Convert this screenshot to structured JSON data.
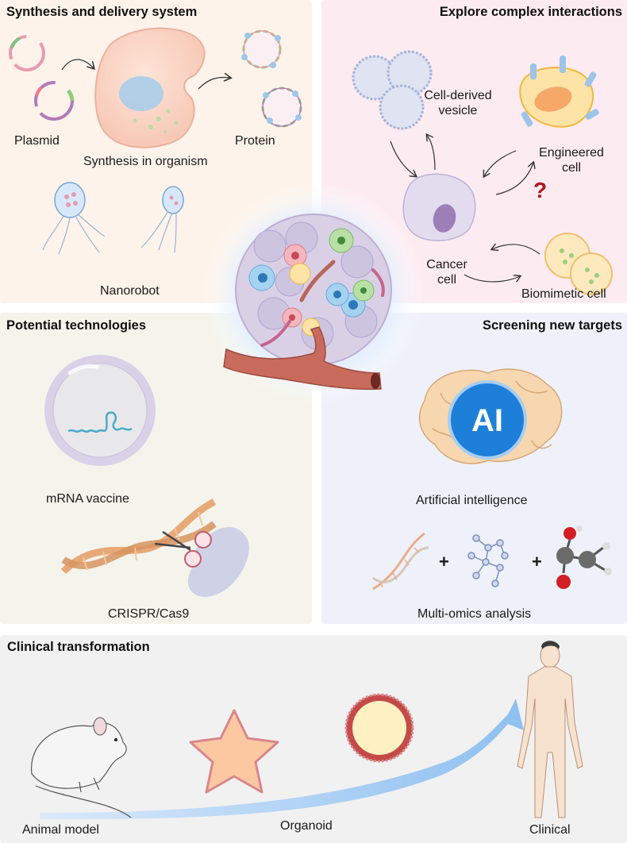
{
  "panels": {
    "synthesis": {
      "title": "Synthesis and delivery system",
      "plasmid": "Plasmid",
      "synthesis_in_organism": "Synthesis in organism",
      "protein": "Protein",
      "nanorobot": "Nanorobot",
      "bg_color": "#fdf3ea"
    },
    "interactions": {
      "title": "Explore complex interactions",
      "vesicle_line1": "Cell-derived",
      "vesicle_line2": "vesicle",
      "engineered_line1": "Engineered",
      "engineered_line2": "cell",
      "question": "?",
      "cancer_line1": "Cancer",
      "cancer_line2": "cell",
      "biomimetic": "Biomimetic cell",
      "bg_color": "#fcecf1"
    },
    "technologies": {
      "title": "Potential technologies",
      "mrna": "mRNA vaccine",
      "crispr": "CRISPR/Cas9",
      "bg_color": "#f4f4ec"
    },
    "screening": {
      "title": "Screening new targets",
      "ai_badge": "AI",
      "ai_label": "Artificial intelligence",
      "plus1": "+",
      "plus2": "+",
      "omics": "Multi-omics analysis",
      "bg_color": "#eef1f9"
    },
    "clinical": {
      "title": "Clinical transformation",
      "animal": "Animal model",
      "organoid": "Organoid",
      "clinical": "Clinical",
      "bg_color": "#f1f1f1"
    }
  },
  "icons": {
    "tumor": "tumor-microenvironment-icon",
    "plasmid": "plasmid-icon",
    "organism_cell": "organism-cell-icon",
    "protein": "protein-vesicle-icon",
    "nanorobot": "nanorobot-icon",
    "vesicle": "cell-derived-vesicle-icon",
    "engineered": "engineered-cell-icon",
    "cancer": "cancer-cell-icon",
    "biomimetic": "biomimetic-cell-icon",
    "mrna": "mrna-vaccine-icon",
    "crispr": "crispr-scissors-icon",
    "brain": "brain-icon",
    "dna": "dna-helix-icon",
    "network": "molecular-network-icon",
    "molecule": "molecule-icon",
    "mouse": "mouse-icon",
    "star_organoid": "star-organoid-icon",
    "round_organoid": "round-organoid-icon",
    "human": "human-figure-icon",
    "arrow": "progress-arrow-icon"
  },
  "colors": {
    "accent_blue": "#1e7fd9",
    "question_red": "#b0161c",
    "vessel_red": "#c96b5c"
  }
}
